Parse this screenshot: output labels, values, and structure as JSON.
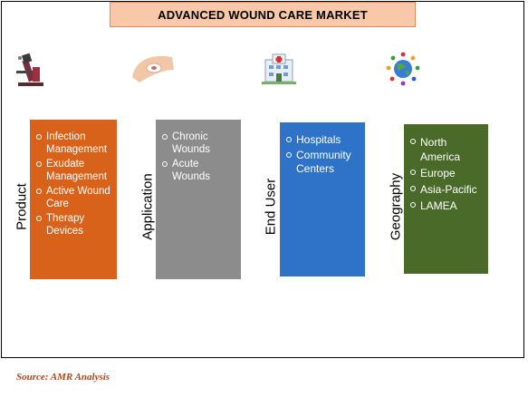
{
  "title": "ADVANCED WOUND CARE MARKET",
  "segments": [
    {
      "label": "Product",
      "icon": "microscope-icon",
      "color": "#d9621a",
      "items": [
        "Infection Management",
        "Exudate Management",
        "Active Wound Care",
        "Therapy Devices"
      ]
    },
    {
      "label": "Application",
      "icon": "wound-bandage-icon",
      "color": "#8c8c8c",
      "items": [
        "Chronic Wounds",
        "Acute Wounds"
      ]
    },
    {
      "label": "End User",
      "icon": "hospital-icon",
      "color": "#2e73c8",
      "items": [
        "Hospitals",
        "Community Centers"
      ]
    },
    {
      "label": "Geography",
      "icon": "globe-people-icon",
      "color": "#4a6a2a",
      "items": [
        "North America",
        "Europe",
        "Asia-Pacific",
        "LAMEA"
      ]
    }
  ],
  "source": "Source: AMR Analysis"
}
